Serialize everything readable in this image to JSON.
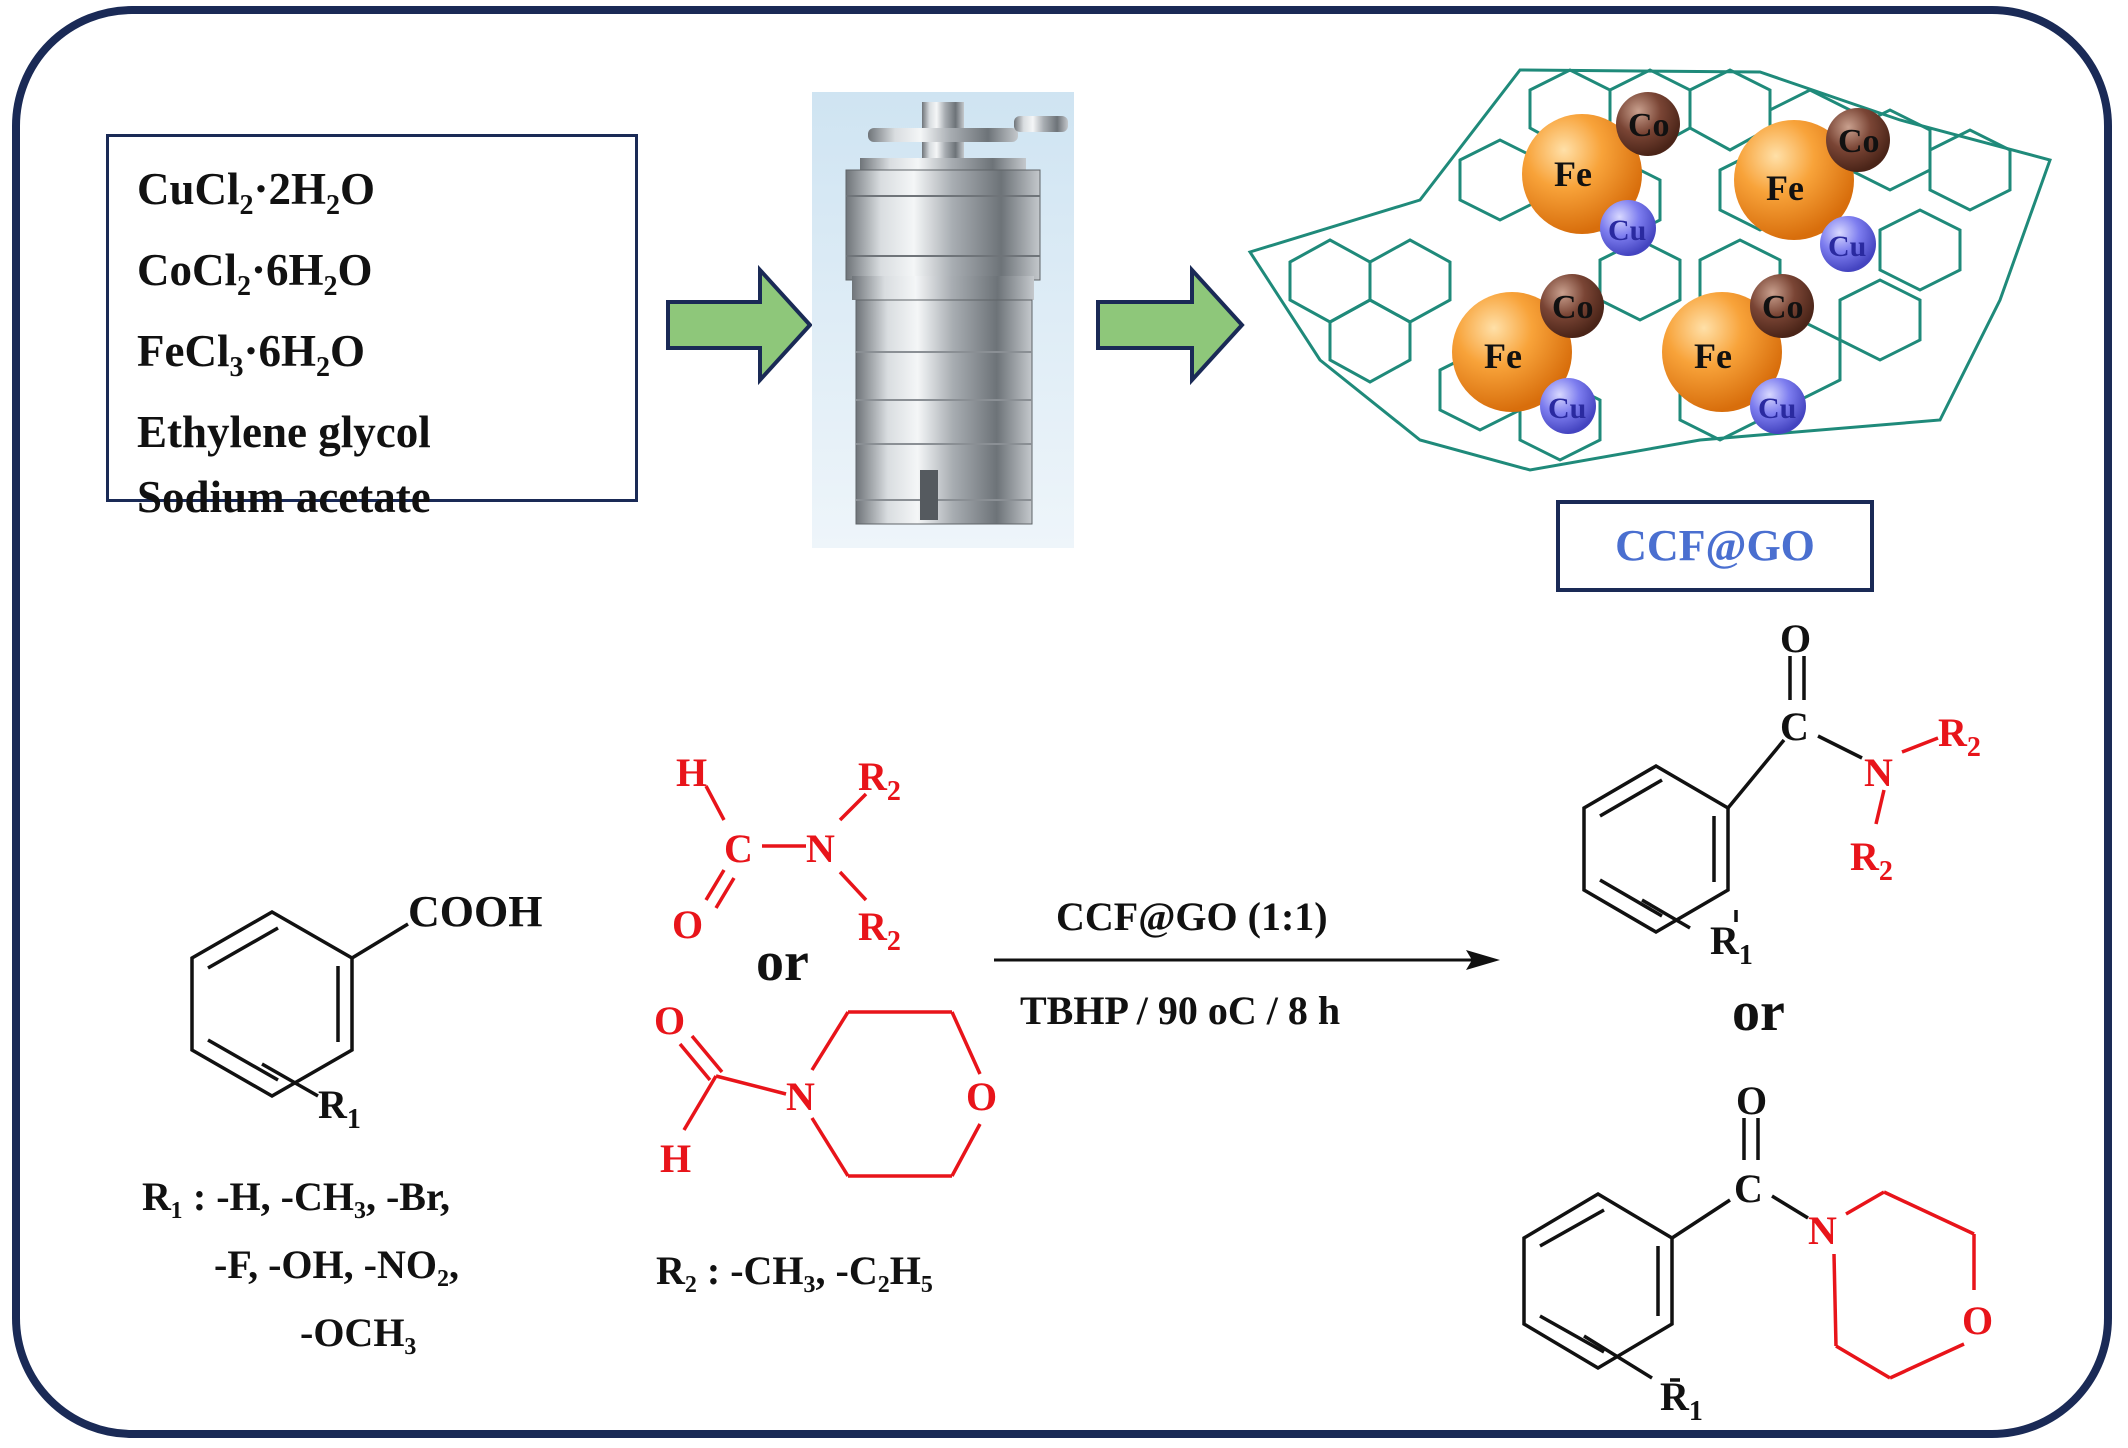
{
  "reagents": {
    "cu": {
      "a": "CuCl",
      "b": "2",
      "c": "·2H",
      "d": "2",
      "e": "O"
    },
    "co": {
      "a": "CoCl",
      "b": "2",
      "c": "·6H",
      "d": "2",
      "e": "O"
    },
    "fe": {
      "a": "FeCl",
      "b": "3",
      "c": "·6H",
      "d": "2",
      "e": "O"
    },
    "glycol": "Ethylene glycol",
    "acetate": "Sodium acetate"
  },
  "catalyst": {
    "label": "CCF@GO",
    "metals": {
      "fe": "Fe",
      "co": "Co",
      "cu": "Cu"
    }
  },
  "reaction": {
    "conditions_top": "CCF@GO (1:1)",
    "conditions_bottom": "TBHP / 90 oC / 8 h",
    "or": "or",
    "acid_group": "COOH",
    "atoms": {
      "H": "H",
      "O": "O",
      "C": "C",
      "N": "N",
      "R": "R",
      "sub1": "1",
      "sub2": "2"
    },
    "r1_lines": [
      "R₁ : -H, -CH₃, -Br,",
      "-F, -OH, -NO₂,",
      "-OCH₃"
    ],
    "r2_line": "R₂ : -CH₃, -C₂H₅"
  },
  "colors": {
    "frame": "#1a2a56",
    "arrow_fill": "#8ec77a",
    "arrow_stroke": "#1a2a56",
    "graphene": "#1f8a7a",
    "fe": "#f7941d",
    "co": "#6b3a2a",
    "cu": "#6b6bdf",
    "red": "#e8141a"
  }
}
